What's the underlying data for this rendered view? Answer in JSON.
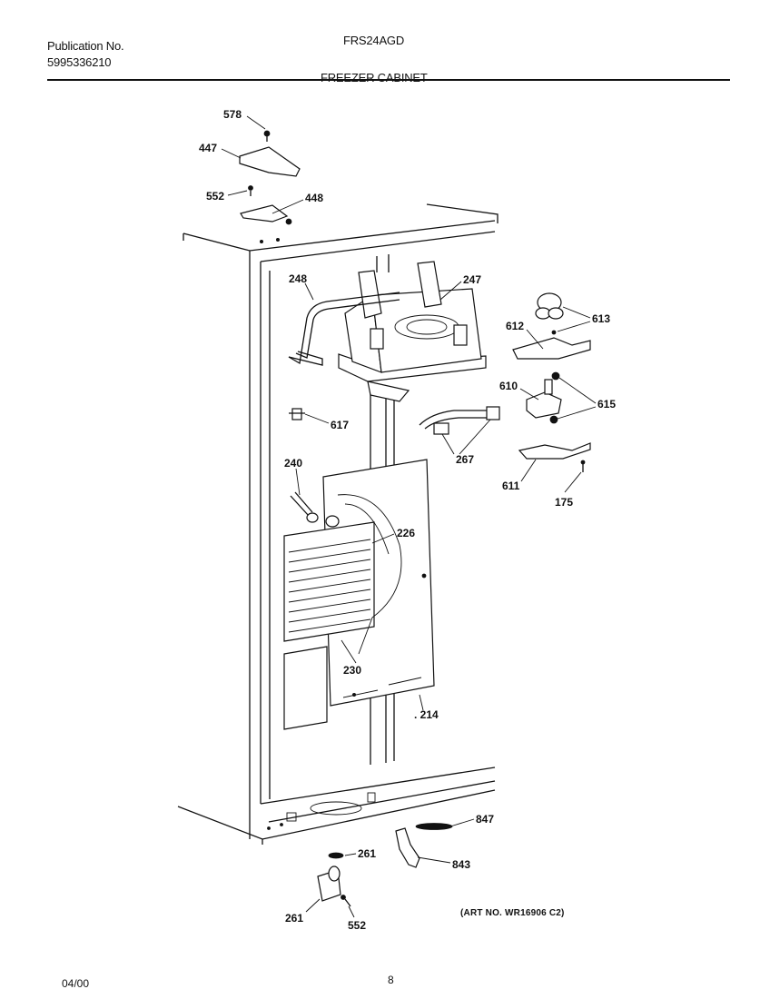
{
  "header": {
    "publication_label": "Publication No.",
    "publication_number": "5995336210",
    "model": "FRS24AGD",
    "section_title": "FREEZER CABINET"
  },
  "parts": {
    "p578": "578",
    "p447": "447",
    "p552_top": "552",
    "p448": "448",
    "p248": "248",
    "p247": "247",
    "p613": "613",
    "p612": "612",
    "p610": "610",
    "p615": "615",
    "p617": "617",
    "p267": "267",
    "p611": "611",
    "p175": "175",
    "p240": "240",
    "p226": "226",
    "p230": "230",
    "p214": ". 214",
    "p847": "847",
    "p261_right": "261",
    "p843": "843",
    "p261_left": "261",
    "p552_bottom": "552"
  },
  "art_number": "(ART NO. WR16906 C2)",
  "footer": {
    "date": "04/00",
    "page": "8"
  }
}
